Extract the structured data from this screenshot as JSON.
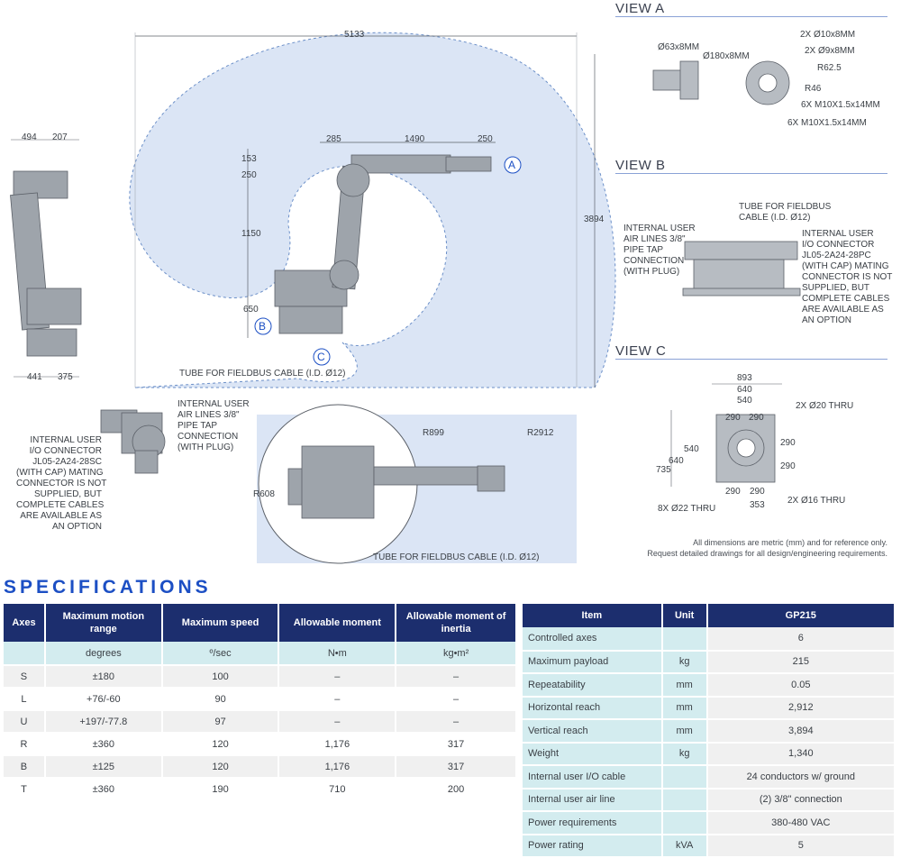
{
  "views": {
    "view_a": {
      "title": "VIEW A",
      "labels": [
        "2X Ø10x8MM",
        "2X Ø9x8MM",
        "R62.5",
        "R46",
        "6X M10X1.5x14MM",
        "6X M10X1.5x14MM",
        "Ø63x8MM",
        "Ø180x8MM"
      ]
    },
    "view_b": {
      "title": "VIEW B",
      "tube_label": "TUBE FOR FIELDBUS\nCABLE (I.D. Ø12)",
      "air_label": "INTERNAL USER\nAIR LINES 3/8\"\nPIPE TAP\nCONNECTION\n(WITH PLUG)",
      "io_label": "INTERNAL USER\nI/O CONNECTOR\nJL05-2A24-28PC\n(WITH CAP) MATING\nCONNECTOR IS NOT\nSUPPLIED, BUT\nCOMPLETE CABLES\nARE AVAILABLE AS\nAN OPTION"
    },
    "view_c": {
      "title": "VIEW C",
      "dims": [
        "893",
        "640",
        "540",
        "290",
        "290",
        "2X Ø20 THRU",
        "290",
        "290",
        "540",
        "640",
        "735",
        "290",
        "290",
        "353",
        "8X Ø22 THRU",
        "2X Ø16 THRU"
      ]
    }
  },
  "side_view": {
    "dims": [
      "494",
      "207",
      "441",
      "375"
    ]
  },
  "main_view": {
    "dims": [
      "5133",
      "3894",
      "285",
      "1490",
      "250",
      "153",
      "250",
      "1150",
      "650"
    ],
    "markers": [
      "A",
      "B",
      "C"
    ],
    "tube_label": "TUBE FOR FIELDBUS CABLE (I.D. Ø12)"
  },
  "detail_view": {
    "air_label": "INTERNAL USER\nAIR LINES 3/8\"\nPIPE TAP\nCONNECTION\n(WITH PLUG)",
    "io_label": "INTERNAL USER\nI/O CONNECTOR\nJL05-2A24-28SC\n(WITH CAP) MATING\nCONNECTOR IS NOT\nSUPPLIED, BUT\nCOMPLETE CABLES\nARE AVAILABLE AS\nAN OPTION"
  },
  "top_view": {
    "dims": [
      "R899",
      "R2912",
      "R608"
    ],
    "tube_label": "TUBE FOR FIELDBUS CABLE (I.D. Ø12)"
  },
  "footnote": {
    "line1": "All dimensions are metric (mm) and for reference only.",
    "line2": "Request detailed drawings for all design/engineering requirements."
  },
  "specs": {
    "title": "SPECIFICATIONS",
    "axes_table": {
      "headers": [
        "Axes",
        "Maximum motion range",
        "Maximum speed",
        "Allowable moment",
        "Allowable moment of inertia"
      ],
      "units": [
        "",
        "degrees",
        "º/sec",
        "N•m",
        "kg•m²"
      ],
      "rows": [
        [
          "S",
          "±180",
          "100",
          "–",
          "–"
        ],
        [
          "L",
          "+76/-60",
          "90",
          "–",
          "–"
        ],
        [
          "U",
          "+197/-77.8",
          "97",
          "–",
          "–"
        ],
        [
          "R",
          "±360",
          "120",
          "1,176",
          "317"
        ],
        [
          "B",
          "±125",
          "120",
          "1,176",
          "317"
        ],
        [
          "T",
          "±360",
          "190",
          "710",
          "200"
        ]
      ]
    },
    "item_table": {
      "headers": [
        "Item",
        "Unit",
        "GP215"
      ],
      "rows": [
        [
          "Controlled axes",
          "",
          "6"
        ],
        [
          "Maximum payload",
          "kg",
          "215"
        ],
        [
          "Repeatability",
          "mm",
          "0.05"
        ],
        [
          "Horizontal reach",
          "mm",
          "2,912"
        ],
        [
          "Vertical reach",
          "mm",
          "3,894"
        ],
        [
          "Weight",
          "kg",
          "1,340"
        ],
        [
          "Internal user I/O cable",
          "",
          "24 conductors w/ ground"
        ],
        [
          "Internal user air line",
          "",
          "(2) 3/8\" connection"
        ],
        [
          "Power requirements",
          "",
          "380-480 VAC"
        ],
        [
          "Power rating",
          "kVA",
          "5"
        ]
      ]
    }
  },
  "colors": {
    "envelope": "#dbe5f5",
    "header": "#1c2e6e",
    "accent": "#1c4fc4",
    "unit_row": "#d3ecef",
    "rule": "#8aa2d6"
  }
}
